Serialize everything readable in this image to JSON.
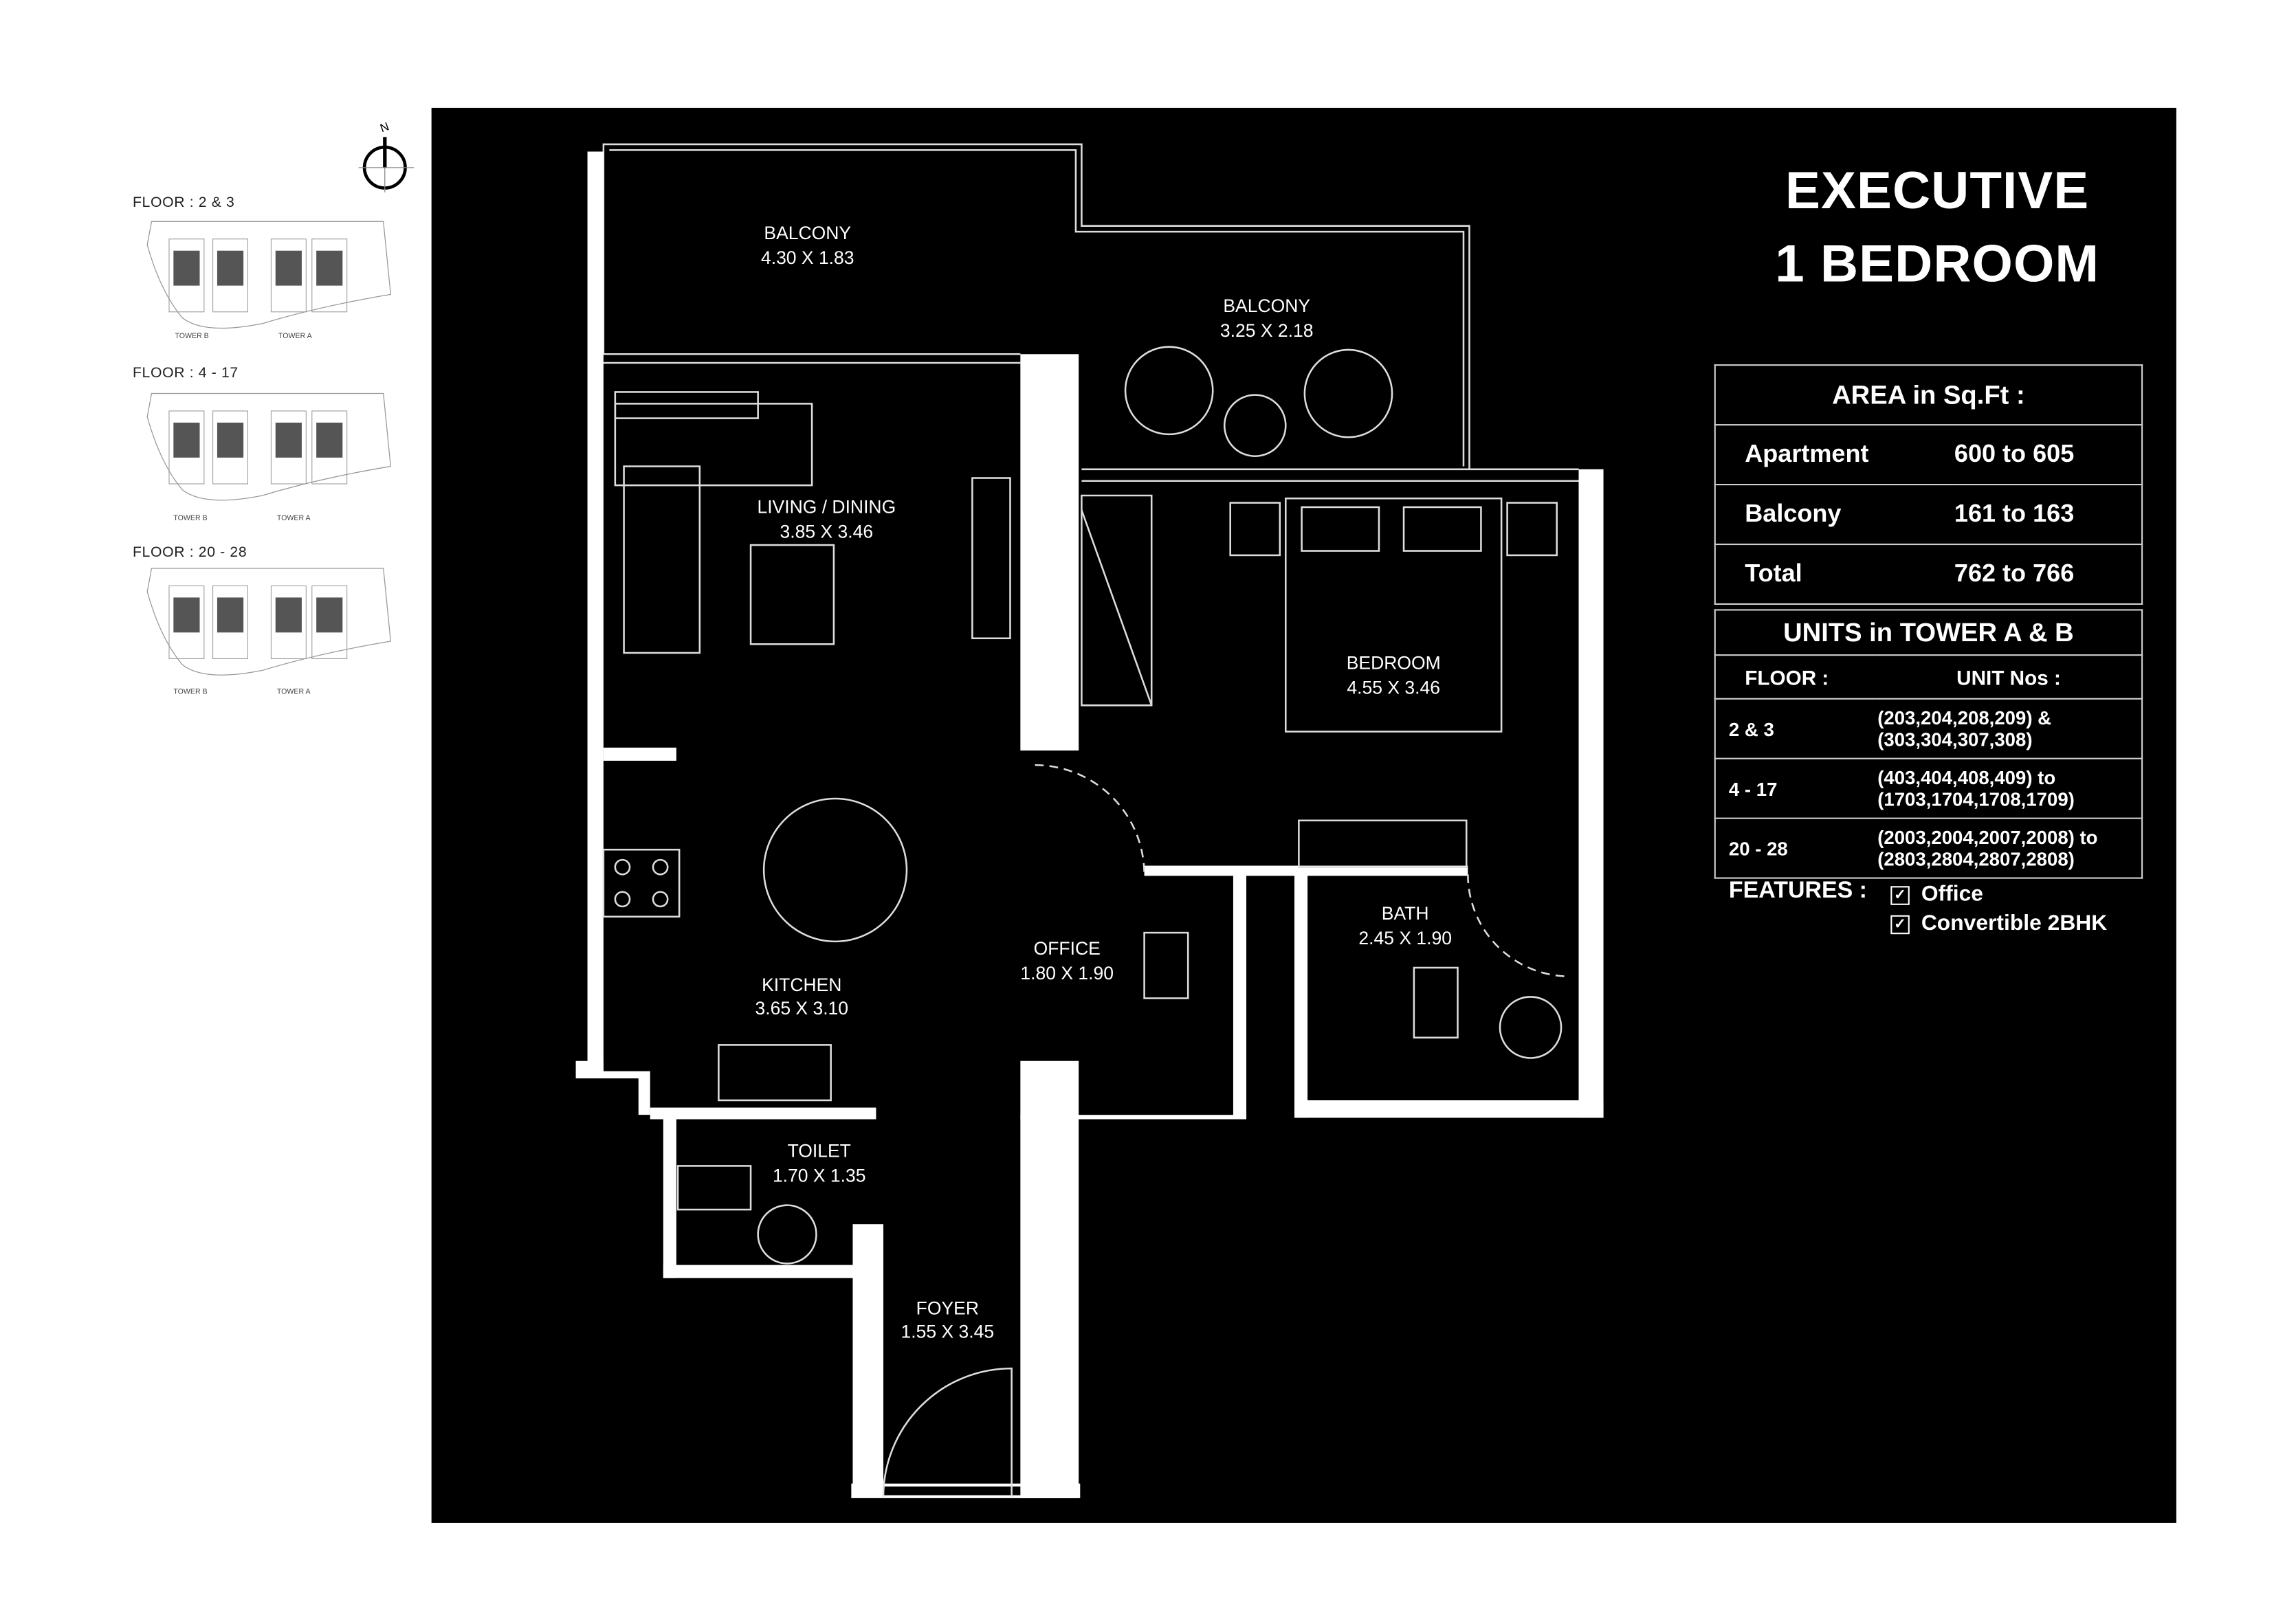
{
  "key_plan": {
    "compass_label": "N",
    "floors": [
      {
        "label": "FLOOR : 2 & 3",
        "towers": [
          "TOWER B",
          "TOWER A"
        ]
      },
      {
        "label": "FLOOR : 4 - 17",
        "towers": [
          "TOWER B",
          "TOWER A"
        ]
      },
      {
        "label": "FLOOR : 20 - 28",
        "towers": [
          "TOWER B",
          "TOWER A"
        ]
      }
    ]
  },
  "title": {
    "line1": "EXECUTIVE",
    "line2": "1 BEDROOM"
  },
  "rooms": [
    {
      "name": "BALCONY",
      "size": "4.30 X 1.83"
    },
    {
      "name": "BALCONY",
      "size": "3.25 X 2.18"
    },
    {
      "name": "LIVING / DINING",
      "size": "3.85 X 3.46"
    },
    {
      "name": "BEDROOM",
      "size": "4.55 X 3.46"
    },
    {
      "name": "KITCHEN",
      "size": "3.65 X 3.10"
    },
    {
      "name": "OFFICE",
      "size": "1.80 X 1.90"
    },
    {
      "name": "BATH",
      "size": "2.45 X 1.90"
    },
    {
      "name": "TOILET",
      "size": "1.70 X 1.35"
    },
    {
      "name": "FOYER",
      "size": "1.55 X 3.45"
    }
  ],
  "area": {
    "header": "AREA in Sq.Ft :",
    "rows": [
      {
        "label": "Apartment",
        "value": "600 to 605"
      },
      {
        "label": "Balcony",
        "value": "161 to 163"
      },
      {
        "label": "Total",
        "value": "762 to 766"
      }
    ]
  },
  "units": {
    "header": "UNITS in TOWER A & B",
    "col_floor": "FLOOR :",
    "col_units": "UNIT Nos :",
    "rows": [
      {
        "floor": "2 & 3",
        "line1": "(203,204,208,209) &",
        "line2": "(303,304,307,308)"
      },
      {
        "floor": "4 - 17",
        "line1": "(403,404,408,409) to",
        "line2": "(1703,1704,1708,1709)"
      },
      {
        "floor": "20 - 28",
        "line1": "(2003,2004,2007,2008) to",
        "line2": "(2803,2804,2807,2808)"
      }
    ]
  },
  "features": {
    "label": "FEATURES :",
    "items": [
      "Office",
      "Convertible 2BHK"
    ],
    "check_glyph": "✓"
  }
}
